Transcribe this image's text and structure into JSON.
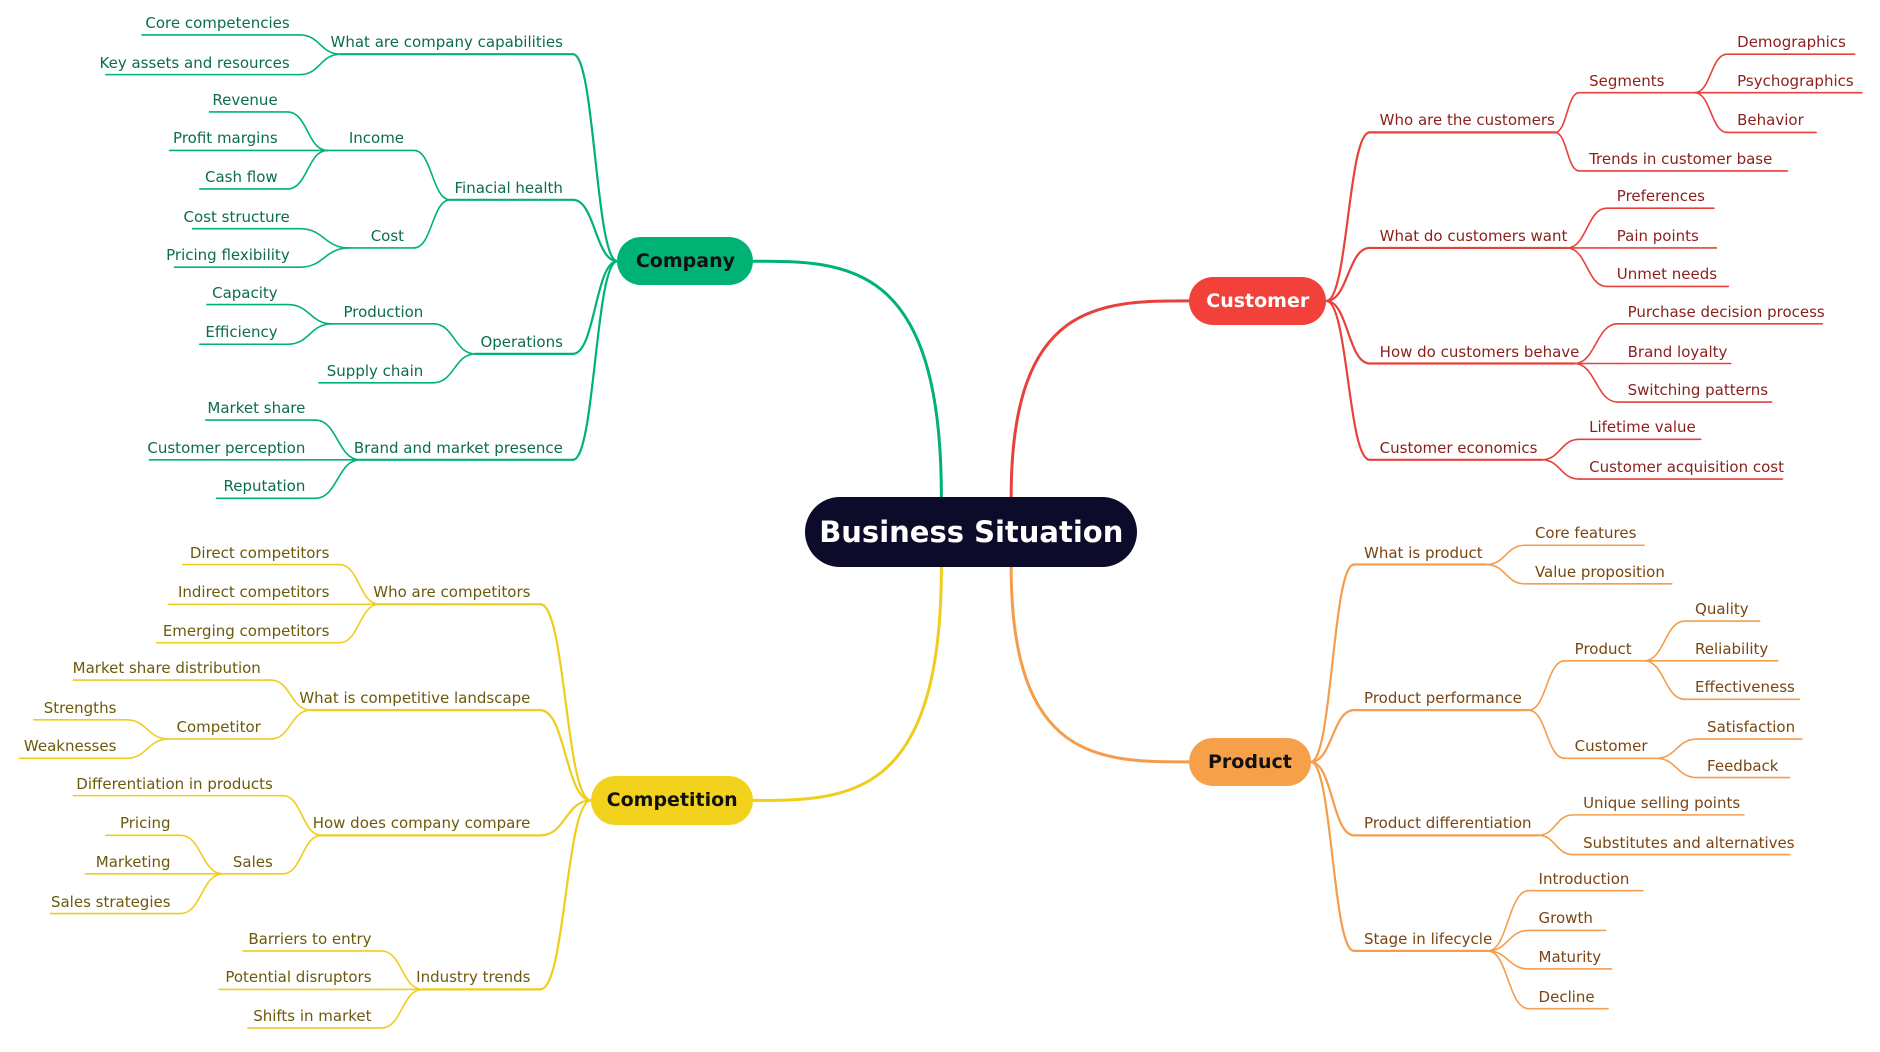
{
  "center": {
    "label": "Business Situation",
    "color": "#0d0b2a"
  },
  "branches": [
    {
      "id": "company",
      "label": "Company",
      "color": "#00b274",
      "text_color": "#111111",
      "line_color": "#00b274",
      "label_color": "#0c6e47",
      "children": [
        {
          "label": "What are company capabilities",
          "children": [
            {
              "label": "Core competencies"
            },
            {
              "label": "Key assets and resources"
            }
          ]
        },
        {
          "label": "Finacial health",
          "children": [
            {
              "label": "Income",
              "children": [
                {
                  "label": "Revenue"
                },
                {
                  "label": "Profit margins"
                },
                {
                  "label": "Cash flow"
                }
              ]
            },
            {
              "label": "Cost",
              "children": [
                {
                  "label": "Cost structure"
                },
                {
                  "label": "Pricing flexibility"
                }
              ]
            }
          ]
        },
        {
          "label": "Operations",
          "children": [
            {
              "label": "Production",
              "children": [
                {
                  "label": "Capacity"
                },
                {
                  "label": "Efficiency"
                }
              ]
            },
            {
              "label": "Supply chain"
            }
          ]
        },
        {
          "label": "Brand and market presence",
          "children": [
            {
              "label": "Market share"
            },
            {
              "label": "Customer perception"
            },
            {
              "label": "Reputation"
            }
          ]
        }
      ]
    },
    {
      "id": "customer",
      "label": "Customer",
      "color": "#f2403a",
      "text_color": "#ffffff",
      "line_color": "#e8413b",
      "label_color": "#8a1f1b",
      "children": [
        {
          "label": "Who are the customers",
          "children": [
            {
              "label": "Segments",
              "children": [
                {
                  "label": "Demographics"
                },
                {
                  "label": "Psychographics"
                },
                {
                  "label": "Behavior"
                }
              ]
            },
            {
              "label": "Trends in customer base"
            }
          ]
        },
        {
          "label": "What do customers want",
          "children": [
            {
              "label": "Preferences"
            },
            {
              "label": "Pain points"
            },
            {
              "label": "Unmet needs"
            }
          ]
        },
        {
          "label": "How do customers behave",
          "children": [
            {
              "label": "Purchase decision process"
            },
            {
              "label": "Brand loyalty"
            },
            {
              "label": "Switching patterns"
            }
          ]
        },
        {
          "label": "Customer economics",
          "children": [
            {
              "label": "Lifetime value"
            },
            {
              "label": "Customer acquisition cost"
            }
          ]
        }
      ]
    },
    {
      "id": "competition",
      "label": "Competition",
      "color": "#f2d21d",
      "text_color": "#111111",
      "line_color": "#f0cd1c",
      "label_color": "#6b5a0c",
      "children": [
        {
          "label": "Who are competitors",
          "children": [
            {
              "label": "Direct competitors"
            },
            {
              "label": "Indirect competitors"
            },
            {
              "label": "Emerging competitors"
            }
          ]
        },
        {
          "label": "What is competitive landscape",
          "children": [
            {
              "label": "Market share distribution"
            },
            {
              "label": "Competitor",
              "children": [
                {
                  "label": "Strengths"
                },
                {
                  "label": "Weaknesses"
                }
              ]
            }
          ]
        },
        {
          "label": "How does company compare",
          "children": [
            {
              "label": "Differentiation in products"
            },
            {
              "label": "Sales",
              "children": [
                {
                  "label": "Pricing"
                },
                {
                  "label": "Marketing"
                },
                {
                  "label": "Sales strategies"
                }
              ]
            }
          ]
        },
        {
          "label": "Industry trends",
          "children": [
            {
              "label": "Barriers to entry"
            },
            {
              "label": "Potential disruptors"
            },
            {
              "label": "Shifts in market"
            }
          ]
        }
      ]
    },
    {
      "id": "product",
      "label": "Product",
      "color": "#f7a04a",
      "text_color": "#111111",
      "line_color": "#f49d4c",
      "label_color": "#7a4512",
      "children": [
        {
          "label": "What is product",
          "children": [
            {
              "label": "Core features"
            },
            {
              "label": "Value proposition"
            }
          ]
        },
        {
          "label": "Product performance",
          "children": [
            {
              "label": "Product",
              "children": [
                {
                  "label": "Quality"
                },
                {
                  "label": "Reliability"
                },
                {
                  "label": "Effectiveness"
                }
              ]
            },
            {
              "label": "Customer",
              "children": [
                {
                  "label": "Satisfaction"
                },
                {
                  "label": "Feedback"
                }
              ]
            }
          ]
        },
        {
          "label": "Product differentiation",
          "children": [
            {
              "label": "Unique selling points"
            },
            {
              "label": "Substitutes and alternatives"
            }
          ]
        },
        {
          "label": "Stage in lifecycle",
          "children": [
            {
              "label": "Introduction"
            },
            {
              "label": "Growth"
            },
            {
              "label": "Maturity"
            },
            {
              "label": "Decline"
            }
          ]
        }
      ]
    }
  ]
}
